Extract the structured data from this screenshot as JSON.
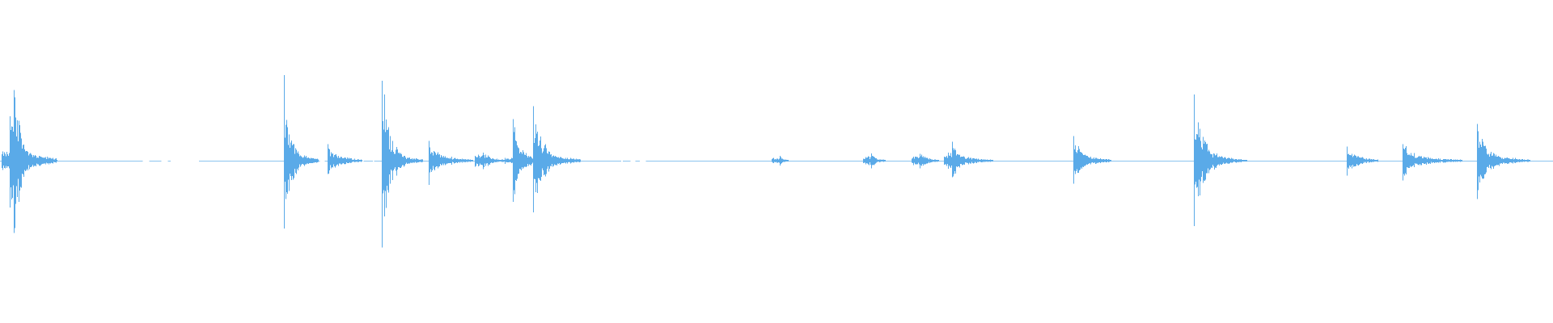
{
  "waveform": {
    "wave_color": "#5aaae8",
    "background_color": "#ffffff",
    "baseline_color": "#8cc4ee",
    "duration_units": 1000,
    "amplitude_max": 1.0,
    "baseline_segments": [
      [
        0,
        92
      ],
      [
        96,
        104
      ],
      [
        108,
        110
      ],
      [
        128,
        206
      ],
      [
        209,
        232
      ],
      [
        234,
        240
      ],
      [
        241,
        400
      ],
      [
        401,
        406
      ],
      [
        409,
        412
      ],
      [
        416,
        1000
      ]
    ],
    "events": [
      {
        "time": 6,
        "peak": 0.34,
        "pre": 0.06,
        "decay": 30,
        "fine": 0.14
      },
      {
        "time": 9,
        "peak": 0.5,
        "pre": 0.02,
        "decay": 24,
        "fine": 0.14
      },
      {
        "time": 183,
        "peak": 0.52,
        "pre": 0.0,
        "decay": 22,
        "fine": 0.12
      },
      {
        "time": 211,
        "peak": 0.1,
        "pre": 0.0,
        "decay": 22,
        "fine": 0.08
      },
      {
        "time": 246,
        "peak": 0.57,
        "pre": 0.0,
        "decay": 26,
        "fine": 0.1
      },
      {
        "time": 276,
        "peak": 0.15,
        "pre": 0.0,
        "decay": 28,
        "fine": 0.08
      },
      {
        "time": 311,
        "peak": 0.05,
        "pre": 0.05,
        "decay": 16,
        "fine": 0.05
      },
      {
        "time": 330,
        "peak": 0.27,
        "pre": 0.02,
        "decay": 24,
        "fine": 0.1
      },
      {
        "time": 343,
        "peak": 0.38,
        "pre": 0.0,
        "decay": 30,
        "fine": 0.1
      },
      {
        "time": 502,
        "peak": 0.03,
        "pre": 0.02,
        "decay": 5,
        "fine": 0.04
      },
      {
        "time": 561,
        "peak": 0.05,
        "pre": 0.03,
        "decay": 9,
        "fine": 0.05
      },
      {
        "time": 592,
        "peak": 0.05,
        "pre": 0.03,
        "decay": 12,
        "fine": 0.05
      },
      {
        "time": 613,
        "peak": 0.12,
        "pre": 0.05,
        "decay": 26,
        "fine": 0.06
      },
      {
        "time": 691,
        "peak": 0.17,
        "pre": 0.0,
        "decay": 24,
        "fine": 0.08
      },
      {
        "time": 769,
        "peak": 0.4,
        "pre": 0.0,
        "decay": 34,
        "fine": 0.08
      },
      {
        "time": 867,
        "peak": 0.1,
        "pre": 0.0,
        "decay": 20,
        "fine": 0.07
      },
      {
        "time": 903,
        "peak": 0.13,
        "pre": 0.0,
        "decay": 38,
        "fine": 0.06
      },
      {
        "time": 951,
        "peak": 0.25,
        "pre": 0.0,
        "decay": 34,
        "fine": 0.08
      }
    ]
  }
}
